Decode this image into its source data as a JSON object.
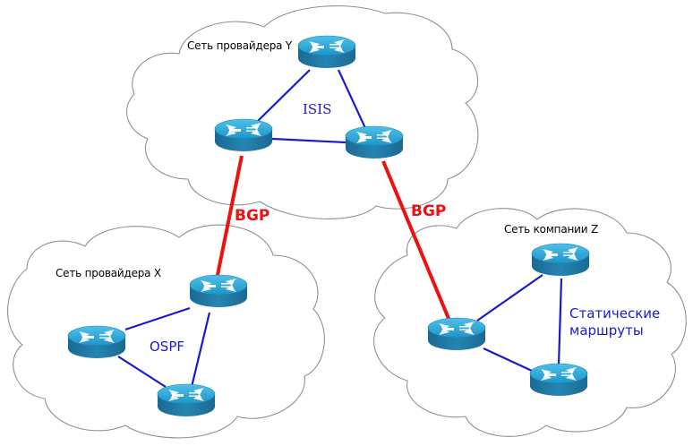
{
  "diagram": {
    "title": "",
    "networks": [
      {
        "id": "provider-y",
        "label": "Сеть провайдера Y",
        "protocol": "ISIS",
        "routers": 3
      },
      {
        "id": "provider-x",
        "label": "Сеть провайдера X",
        "protocol": "OSPF",
        "routers": 3
      },
      {
        "id": "company-z",
        "label": "Сеть компании Z",
        "protocol": "Статические маршруты",
        "protocol_lines": [
          "Статические",
          "маршруты"
        ],
        "routers": 3
      }
    ],
    "links": [
      {
        "from": "provider-y.left",
        "to": "provider-x.top",
        "label": "BGP",
        "color": "#ee1111"
      },
      {
        "from": "provider-y.right",
        "to": "company-z.left",
        "label": "BGP",
        "color": "#ee1111"
      }
    ],
    "colors": {
      "bgp": "#ee1111",
      "igp": "#1a1acc",
      "router_top": "#29a3d6",
      "router_side": "#1a6f9a",
      "cloud_outline": "#8a9396"
    },
    "icons": {
      "router": "router-icon",
      "cloud": "cloud-shape"
    }
  }
}
